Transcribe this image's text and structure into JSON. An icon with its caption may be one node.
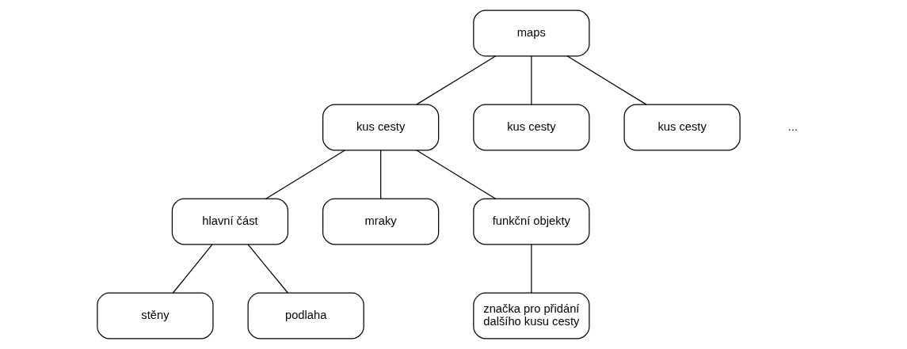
{
  "diagram": {
    "nodes": [
      {
        "text": [
          "maps"
        ]
      },
      {
        "text": [
          "kus cesty"
        ]
      },
      {
        "text": [
          "kus cesty"
        ]
      },
      {
        "text": [
          "kus cesty"
        ]
      },
      {
        "text": [
          "hlavní část"
        ]
      },
      {
        "text": [
          "mraky"
        ]
      },
      {
        "text": [
          "funkční objekty"
        ]
      },
      {
        "text": [
          "stěny"
        ]
      },
      {
        "text": [
          "podlaha"
        ]
      },
      {
        "text": [
          "značka pro přidání dalšího kusu cesty"
        ]
      }
    ],
    "edges": [
      {
        "from": 0,
        "to": 1,
        "arrow": "none"
      },
      {
        "from": 0,
        "to": 2,
        "arrow": "none"
      },
      {
        "from": 0,
        "to": 3,
        "arrow": "none"
      },
      {
        "from": 1,
        "to": 4,
        "arrow": "none"
      },
      {
        "from": 1,
        "to": 5,
        "arrow": "none"
      },
      {
        "from": 1,
        "to": 6,
        "arrow": "none"
      },
      {
        "from": 4,
        "to": 7,
        "arrow": "none"
      },
      {
        "from": 4,
        "to": 8,
        "arrow": "none"
      },
      {
        "from": 6,
        "to": 9,
        "arrow": "none"
      }
    ],
    "labels": [
      "..."
    ]
  }
}
